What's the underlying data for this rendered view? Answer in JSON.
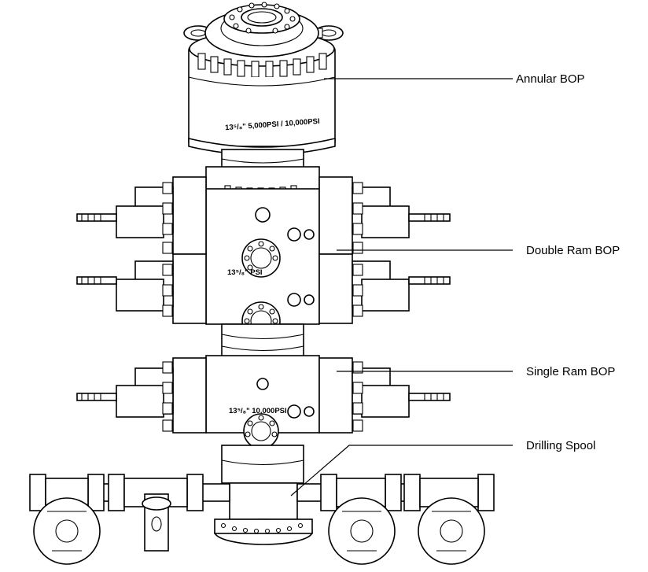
{
  "labels": {
    "annular": "Annular BOP",
    "double_ram": "Double Ram BOP",
    "single_ram": "Single Ram BOP",
    "drilling_spool": "Drilling Spool"
  },
  "stamps": {
    "annular_rating": "13⁵/₈\" 5,000PSI / 10,000PSI",
    "double_ram_rating": "13⁵/₈\"        PSI",
    "single_ram_rating": "13⁵/₈\" 10,000PSI"
  },
  "colors": {
    "line": "#000000",
    "fill": "#ffffff"
  }
}
